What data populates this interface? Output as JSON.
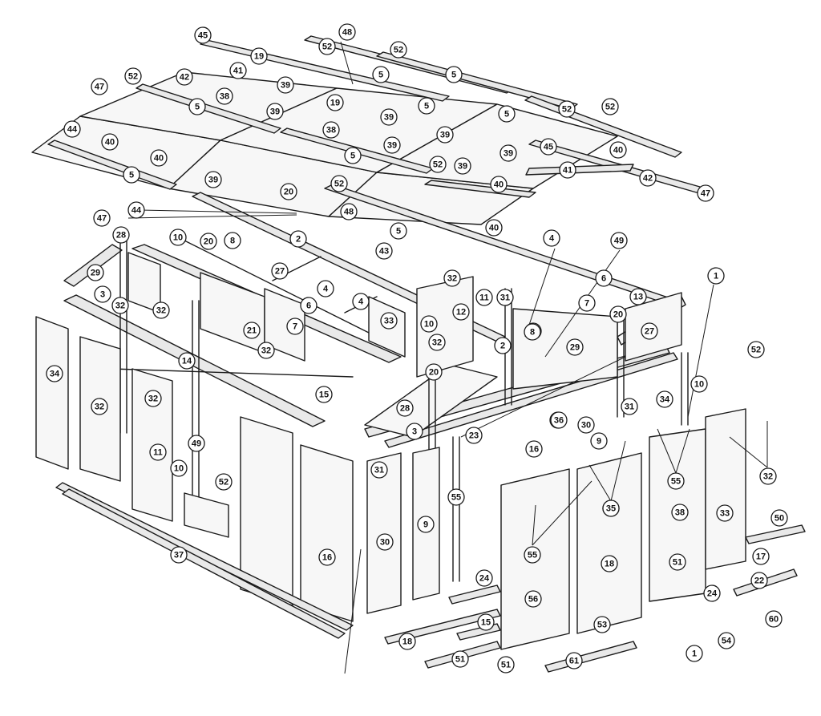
{
  "diagram": {
    "description_visible": "",
    "callout_labels": [
      "45",
      "52",
      "48",
      "52",
      "19",
      "41",
      "5",
      "5",
      "47",
      "52",
      "42",
      "39",
      "38",
      "19",
      "5",
      "5",
      "52",
      "52",
      "5",
      "39",
      "39",
      "38",
      "39",
      "39",
      "45",
      "44",
      "40",
      "40",
      "39",
      "5",
      "39",
      "52",
      "39",
      "40",
      "5",
      "40",
      "52",
      "41",
      "42",
      "47",
      "44",
      "20",
      "48",
      "40",
      "47",
      "28",
      "20",
      "8",
      "2",
      "5",
      "43",
      "4",
      "49",
      "10",
      "29",
      "27",
      "4",
      "32",
      "4",
      "6",
      "13",
      "1",
      "3",
      "32",
      "32",
      "6",
      "7",
      "12",
      "11",
      "31",
      "20",
      "27",
      "21",
      "7",
      "33",
      "10",
      "12",
      "32",
      "2",
      "29",
      "52",
      "14",
      "8",
      "34",
      "32",
      "32",
      "15",
      "20",
      "28",
      "3",
      "23",
      "32",
      "32",
      "30",
      "31",
      "34",
      "10",
      "11",
      "49",
      "10",
      "52",
      "31",
      "30",
      "9",
      "16",
      "9",
      "55",
      "55",
      "56",
      "32",
      "36",
      "38",
      "33",
      "16",
      "37",
      "56",
      "55",
      "35",
      "18",
      "50",
      "51",
      "17",
      "24",
      "22",
      "15",
      "18",
      "51",
      "51",
      "24",
      "53",
      "61",
      "60",
      "54",
      "1"
    ]
  }
}
